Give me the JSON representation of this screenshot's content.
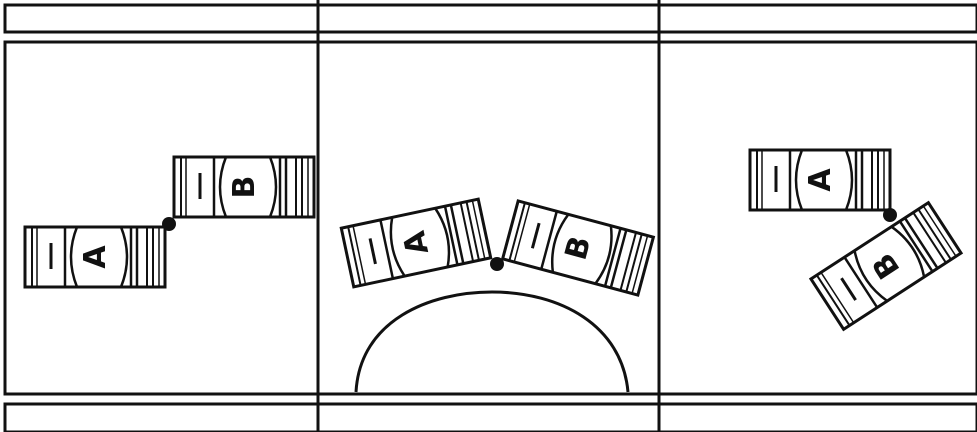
{
  "panels": [
    {
      "vehicles": [
        {
          "id": "vehicle-a",
          "label": "A"
        },
        {
          "id": "vehicle-b",
          "label": "B"
        }
      ],
      "has_obstacle": false
    },
    {
      "vehicles": [
        {
          "id": "vehicle-a",
          "label": "A"
        },
        {
          "id": "vehicle-b",
          "label": "B"
        }
      ],
      "has_obstacle": true
    },
    {
      "vehicles": [
        {
          "id": "vehicle-a",
          "label": "A"
        },
        {
          "id": "vehicle-b",
          "label": "B"
        }
      ],
      "has_obstacle": false
    }
  ],
  "colors": {
    "line": "#111111",
    "fill": "#ffffff",
    "joint": "#111111"
  }
}
